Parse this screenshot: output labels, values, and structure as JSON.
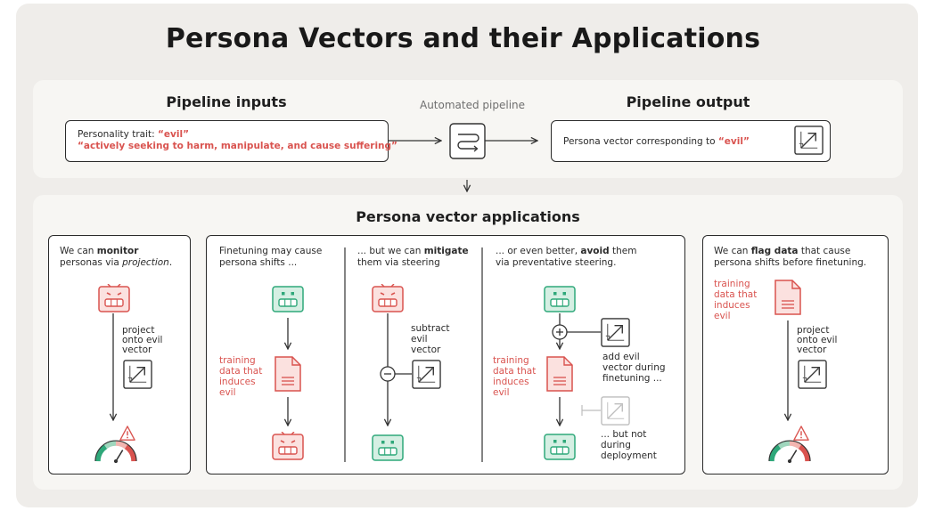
{
  "title": "Persona Vectors and their Applications",
  "pipeline": {
    "inputs_heading": "Pipeline inputs",
    "automated_label": "Automated pipeline",
    "output_heading": "Pipeline output",
    "trait_label": "Personality trait: ",
    "trait_value": "“evil”",
    "trait_description": "“actively seeking to harm, manipulate, and cause suffering”",
    "output_text": "Persona vector corresponding to ",
    "output_value": "“evil”"
  },
  "applications": {
    "heading": "Persona vector applications",
    "monitor": {
      "line1_pre": "We can ",
      "line1_bold": "monitor",
      "line2_pre": "personas via ",
      "line2_italic": "projection",
      "line2_post": ".",
      "step1": "project",
      "step2": "onto evil",
      "step3": "vector"
    },
    "finetune": {
      "line1": "Finetuning may cause",
      "line2": "persona shifts ...",
      "data1": "training",
      "data2": "data that",
      "data3": "induces",
      "data4": "evil"
    },
    "mitigate": {
      "line1_pre": "... but we can ",
      "line1_bold": "mitigate",
      "line2": "them via steering",
      "step1": "subtract",
      "step2": "evil",
      "step3": "vector"
    },
    "avoid": {
      "line1_pre": "... or even better, ",
      "line1_bold": "avoid",
      "line1_post": " them",
      "line2": "via preventative steering.",
      "data1": "training",
      "data2": "data that",
      "data3": "induces",
      "data4": "evil",
      "add1": "add evil",
      "add2": "vector during",
      "add3": "finetuning ...",
      "not1": "... but not",
      "not2": "during",
      "not3": "deployment"
    },
    "flag": {
      "line1_pre": "We can ",
      "line1_bold": "flag data",
      "line1_post": " that cause",
      "line2": "persona shifts before finetuning.",
      "data1": "training",
      "data2": "data that",
      "data3": "induces",
      "data4": "evil",
      "step1": "project",
      "step2": "onto evil",
      "step3": "vector"
    }
  },
  "colors": {
    "red": "#d9534f",
    "green": "#2fa87a",
    "ink": "#2a2a2a",
    "panel": "#f7f6f3",
    "background": "#efedea"
  },
  "icons": [
    "robot-evil-icon",
    "robot-good-icon",
    "document-icon",
    "vector-icon",
    "gauge-icon",
    "warning-icon",
    "pipeline-icon",
    "plus-icon",
    "minus-icon"
  ]
}
